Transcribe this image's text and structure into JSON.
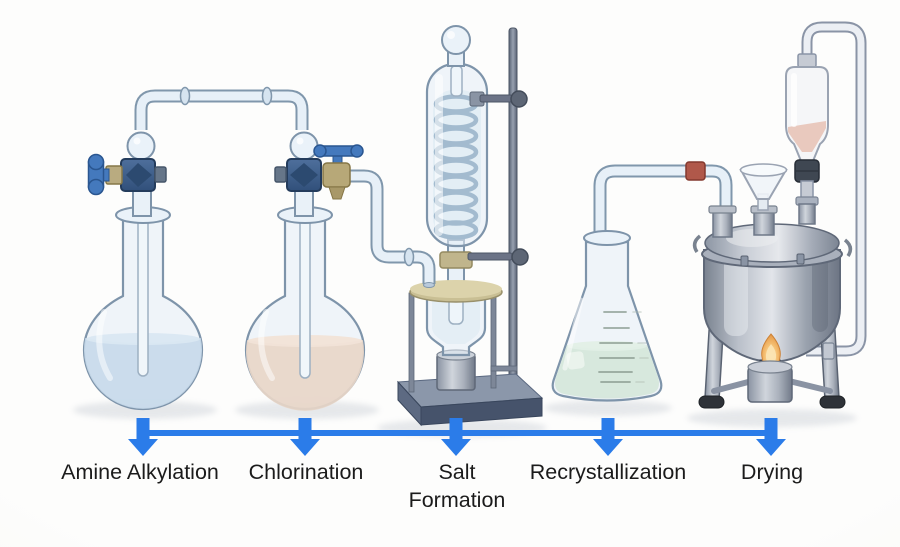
{
  "process": {
    "flow_color": "#2b7ce9",
    "arrow_direction": "down",
    "stages": [
      {
        "label": "Amine Alkylation",
        "apparatus_icon": "round-bottom-flask-with-stopcock-icon",
        "liquid_color": "#c6d9ea"
      },
      {
        "label": "Chlorination",
        "apparatus_icon": "round-bottom-flask-with-brass-stopcock-icon",
        "liquid_color": "#e8d6c8"
      },
      {
        "label": "Salt Formation",
        "apparatus_icon": "coil-condenser-with-collection-funnel-icon",
        "liquid_color": "#dceaf2"
      },
      {
        "label": "Recrystallization",
        "apparatus_icon": "erlenmeyer-flask-icon",
        "liquid_color": "#d5e6da"
      },
      {
        "label": "Drying",
        "apparatus_icon": "heated-reactor-vessel-with-burner-icon",
        "flame_color": "#e8a04b"
      }
    ]
  }
}
